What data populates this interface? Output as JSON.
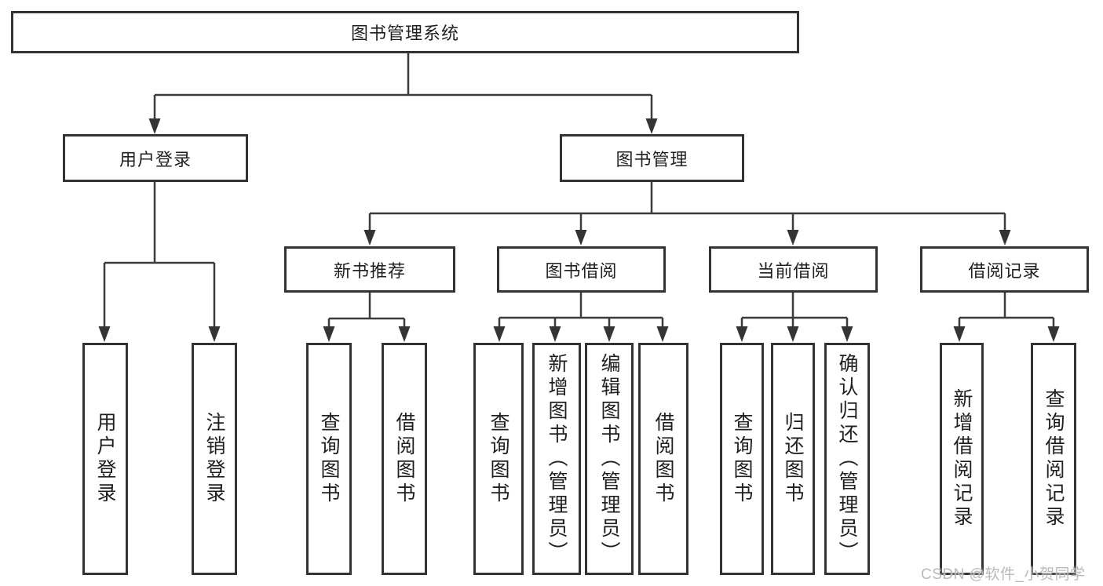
{
  "diagram_type": "functional-structure-tree",
  "colors": {
    "line": "#3b3b3b",
    "box_border": "#333333",
    "text": "#1f1f1f",
    "watermark": "#b9b9bd",
    "background": "#ffffff"
  },
  "watermark": "CSDN @软件_小贺同学",
  "tree": {
    "label": "图书管理系统",
    "children": [
      {
        "label": "用户登录",
        "children": [
          {
            "label": "用户登录"
          },
          {
            "label": "注销登录"
          }
        ]
      },
      {
        "label": "图书管理",
        "children": [
          {
            "label": "新书推荐",
            "children": [
              {
                "label": "查询图书"
              },
              {
                "label": "借阅图书"
              }
            ]
          },
          {
            "label": "图书借阅",
            "children": [
              {
                "label": "查询图书"
              },
              {
                "label": "新增图书（管理员）"
              },
              {
                "label": "编辑图书（管理员）"
              },
              {
                "label": "借阅图书"
              }
            ]
          },
          {
            "label": "当前借阅",
            "children": [
              {
                "label": "查询图书"
              },
              {
                "label": "归还图书"
              },
              {
                "label": "确认归还（管理员）"
              }
            ]
          },
          {
            "label": "借阅记录",
            "children": [
              {
                "label": "新增借阅记录"
              },
              {
                "label": "查询借阅记录"
              }
            ]
          }
        ]
      }
    ]
  }
}
